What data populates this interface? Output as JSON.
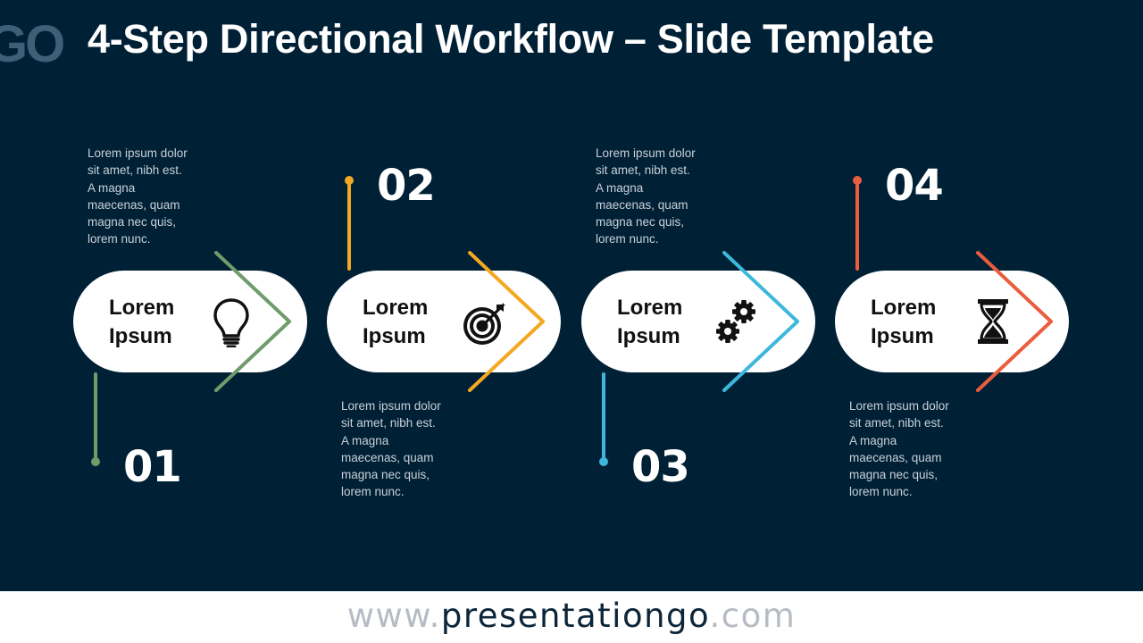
{
  "header": {
    "logo_fragment": "GO",
    "title": "4-Step Directional Workflow – Slide Template"
  },
  "steps": [
    {
      "number": "01",
      "label_line1": "Lorem",
      "label_line2": "Ipsum",
      "icon": "lightbulb-icon",
      "color": "#6f9c6a",
      "description_lines": [
        "Lorem ipsum dolor",
        "sit amet, nibh est.",
        "A magna",
        "maecenas, quam",
        "magna nec quis,",
        "lorem nunc."
      ]
    },
    {
      "number": "02",
      "label_line1": "Lorem",
      "label_line2": "Ipsum",
      "icon": "target-icon",
      "color": "#f3a821",
      "description_lines": [
        "Lorem ipsum dolor",
        "sit amet, nibh est.",
        "A magna",
        "maecenas, quam",
        "magna nec quis,",
        "lorem nunc."
      ]
    },
    {
      "number": "03",
      "label_line1": "Lorem",
      "label_line2": "Ipsum",
      "icon": "gears-icon",
      "color": "#3db8db",
      "description_lines": [
        "Lorem ipsum dolor",
        "sit amet, nibh est.",
        "A magna",
        "maecenas, quam",
        "magna nec quis,",
        "lorem nunc."
      ]
    },
    {
      "number": "04",
      "label_line1": "Lorem",
      "label_line2": "Ipsum",
      "icon": "hourglass-icon",
      "color": "#eb5d3f",
      "description_lines": [
        "Lorem ipsum dolor",
        "sit amet, nibh est.",
        "A magna",
        "maecenas, quam",
        "magna nec quis,",
        "lorem nunc."
      ]
    }
  ],
  "footer": {
    "prefix": "www.",
    "brand": "presentationgo",
    "suffix": ".com"
  }
}
